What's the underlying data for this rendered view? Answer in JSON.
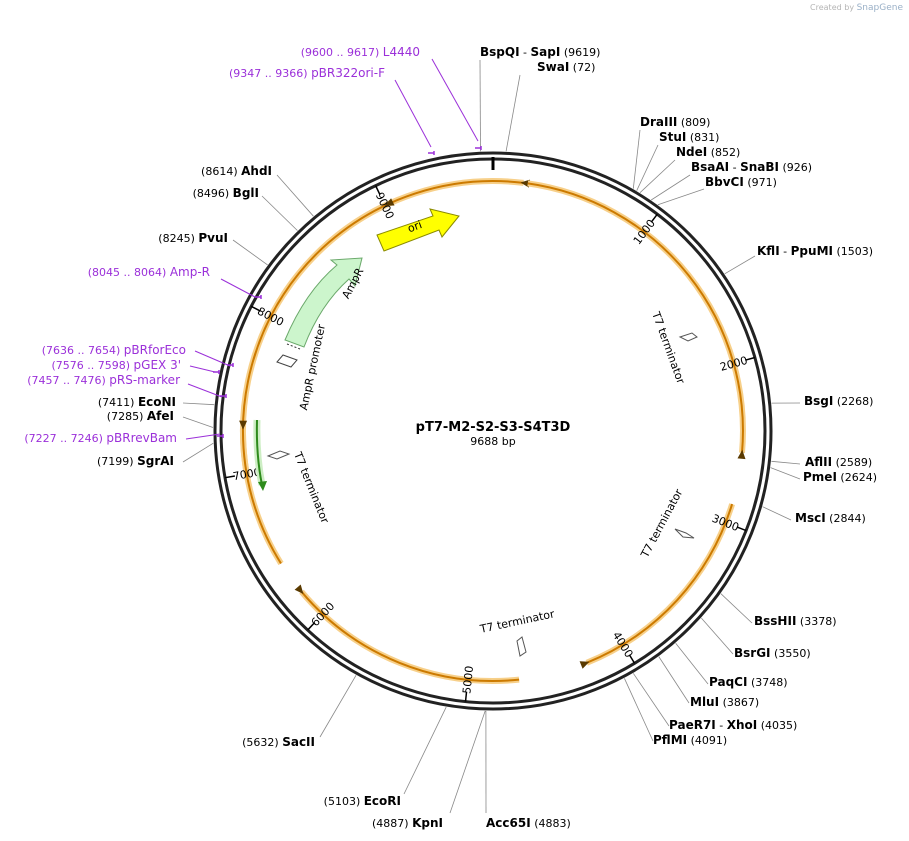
{
  "credit": {
    "prefix": "Created by",
    "brand": "SnapGene"
  },
  "plasmid": {
    "name": "pT7-M2-S2-S3-S4T3D",
    "length_label": "9688 bp",
    "length": 9688
  },
  "colors": {
    "primer": "#9b30d9",
    "ori": "#ffff00",
    "ampr": "#ccf5cc",
    "terminator": "#cc7a00",
    "terminator_glow": "#f7d08a",
    "green": "#2e8b1c",
    "backbone": "#222222"
  },
  "ticks": [
    "1000",
    "2000",
    "3000",
    "4000",
    "5000",
    "6000",
    "7000",
    "8000",
    "9000"
  ],
  "enzymes": [
    {
      "pos": 9619,
      "parts": [
        "BspQI",
        "SapI"
      ],
      "label": "(9619)"
    },
    {
      "pos": 72,
      "parts": [
        "SwaI"
      ],
      "label": "(72)"
    },
    {
      "pos": 809,
      "parts": [
        "DraIII"
      ],
      "label": "(809)"
    },
    {
      "pos": 831,
      "parts": [
        "StuI"
      ],
      "label": "(831)"
    },
    {
      "pos": 852,
      "parts": [
        "NdeI"
      ],
      "label": "(852)"
    },
    {
      "pos": 926,
      "parts": [
        "BsaAI",
        "SnaBI"
      ],
      "label": "(926)"
    },
    {
      "pos": 971,
      "parts": [
        "BbvCI"
      ],
      "label": "(971)"
    },
    {
      "pos": 1503,
      "parts": [
        "KflI",
        "PpuMI"
      ],
      "label": "(1503)"
    },
    {
      "pos": 2268,
      "parts": [
        "BsgI"
      ],
      "label": "(2268)"
    },
    {
      "pos": 2589,
      "parts": [
        "AflII"
      ],
      "label": "(2589)"
    },
    {
      "pos": 2624,
      "parts": [
        "PmeI"
      ],
      "label": "(2624)"
    },
    {
      "pos": 2844,
      "parts": [
        "MscI"
      ],
      "label": "(2844)"
    },
    {
      "pos": 3378,
      "parts": [
        "BssHII"
      ],
      "label": "(3378)"
    },
    {
      "pos": 3550,
      "parts": [
        "BsrGI"
      ],
      "label": "(3550)"
    },
    {
      "pos": 3748,
      "parts": [
        "PaqCI"
      ],
      "label": "(3748)"
    },
    {
      "pos": 3867,
      "parts": [
        "MluI"
      ],
      "label": "(3867)"
    },
    {
      "pos": 4035,
      "parts": [
        "PaeR7I",
        "XhoI"
      ],
      "label": "(4035)"
    },
    {
      "pos": 4091,
      "parts": [
        "PflMI"
      ],
      "label": "(4091)"
    },
    {
      "pos": 4883,
      "parts": [
        "Acc65I"
      ],
      "label": "(4883)"
    },
    {
      "pos": 4887,
      "parts": [
        "KpnI"
      ],
      "label": "(4887)"
    },
    {
      "pos": 5103,
      "parts": [
        "EcoRI"
      ],
      "label": "(5103)"
    },
    {
      "pos": 5632,
      "parts": [
        "SacII"
      ],
      "label": "(5632)"
    },
    {
      "pos": 7199,
      "parts": [
        "SgrAI"
      ],
      "label": "(7199)"
    },
    {
      "pos": 7285,
      "parts": [
        "AfeI"
      ],
      "label": "(7285)"
    },
    {
      "pos": 7411,
      "parts": [
        "EcoNI"
      ],
      "label": "(7411)"
    },
    {
      "pos": 8245,
      "parts": [
        "PvuI"
      ],
      "label": "(8245)"
    },
    {
      "pos": 8496,
      "parts": [
        "BglI"
      ],
      "label": "(8496)"
    },
    {
      "pos": 8614,
      "parts": [
        "AhdI"
      ],
      "label": "(8614)"
    }
  ],
  "primers": [
    {
      "range": "(9600 .. 9617)",
      "name": "L4440"
    },
    {
      "range": "(9347 .. 9366)",
      "name": "pBR322ori-F"
    },
    {
      "range": "(8045 .. 8064)",
      "name": "Amp-R"
    },
    {
      "range": "(7636 .. 7654)",
      "name": "pBRforEco"
    },
    {
      "range": "(7576 .. 7598)",
      "name": "pGEX 3'"
    },
    {
      "range": "(7457 .. 7476)",
      "name": "pRS-marker"
    },
    {
      "range": "(7227 .. 7246)",
      "name": "pBRrevBam"
    }
  ],
  "features": [
    {
      "name": "ori",
      "type": "rep_origin"
    },
    {
      "name": "AmpR",
      "type": "CDS"
    },
    {
      "name": "AmpR promoter",
      "type": "promoter"
    },
    {
      "name": "T7 terminator",
      "type": "terminator"
    },
    {
      "name": "T7 terminator",
      "type": "terminator"
    },
    {
      "name": "T7 terminator",
      "type": "terminator"
    },
    {
      "name": "T7 terminator",
      "type": "terminator"
    }
  ]
}
